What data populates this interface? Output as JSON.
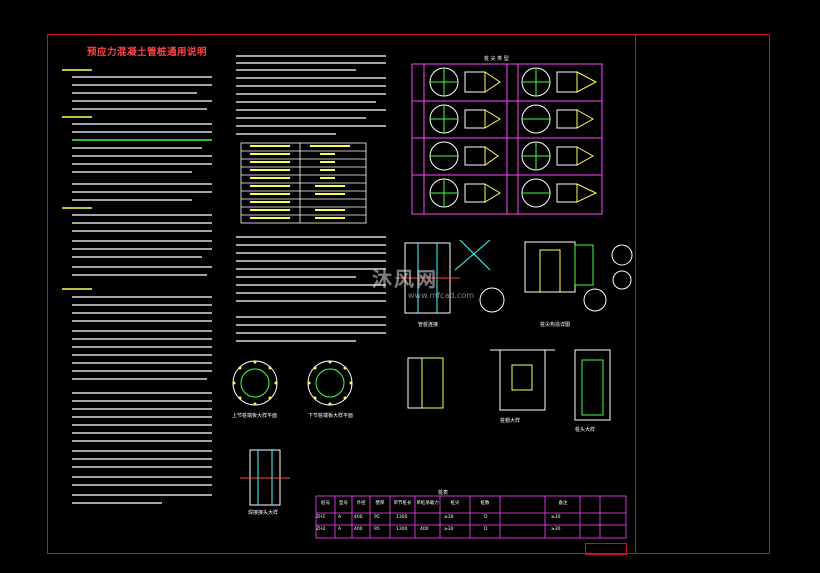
{
  "title": "预应力混凝土管桩通用说明",
  "watermark": {
    "text": "沐风网",
    "url": "www.mfcad.com"
  },
  "drawing_labels": {
    "pile_connection": "管桩连接",
    "pile_end": "桩尖构造详图",
    "pile_head": "桩头大样",
    "welded_joint": "焊接接头大样",
    "pile_ring_upper": "上节桩端板大样平面",
    "pile_ring_lower": "下节桩端板大样平面",
    "capping": "桩帽大样",
    "table_title": "桩表",
    "pile_type_header": "桩 尖 类 型"
  },
  "bottom_table": {
    "headers": [
      "桩号",
      "型号",
      "外径",
      "壁厚",
      "单节桩长",
      "单桩承载力",
      "桩尖",
      "桩数",
      "备注"
    ],
    "rows": [
      [
        "ZH1",
        "A",
        "400",
        "95",
        "1300",
        "",
        "≥30",
        "D",
        "≥30"
      ],
      [
        "ZH2",
        "A",
        "400",
        "95",
        "1300",
        "400",
        "≥30",
        "D",
        "≥30"
      ]
    ]
  },
  "colors": {
    "border": "#c8102e",
    "magenta": "#ff44ff",
    "yellow": "#ffff55",
    "green": "#44ff44",
    "cyan": "#44ffff"
  }
}
